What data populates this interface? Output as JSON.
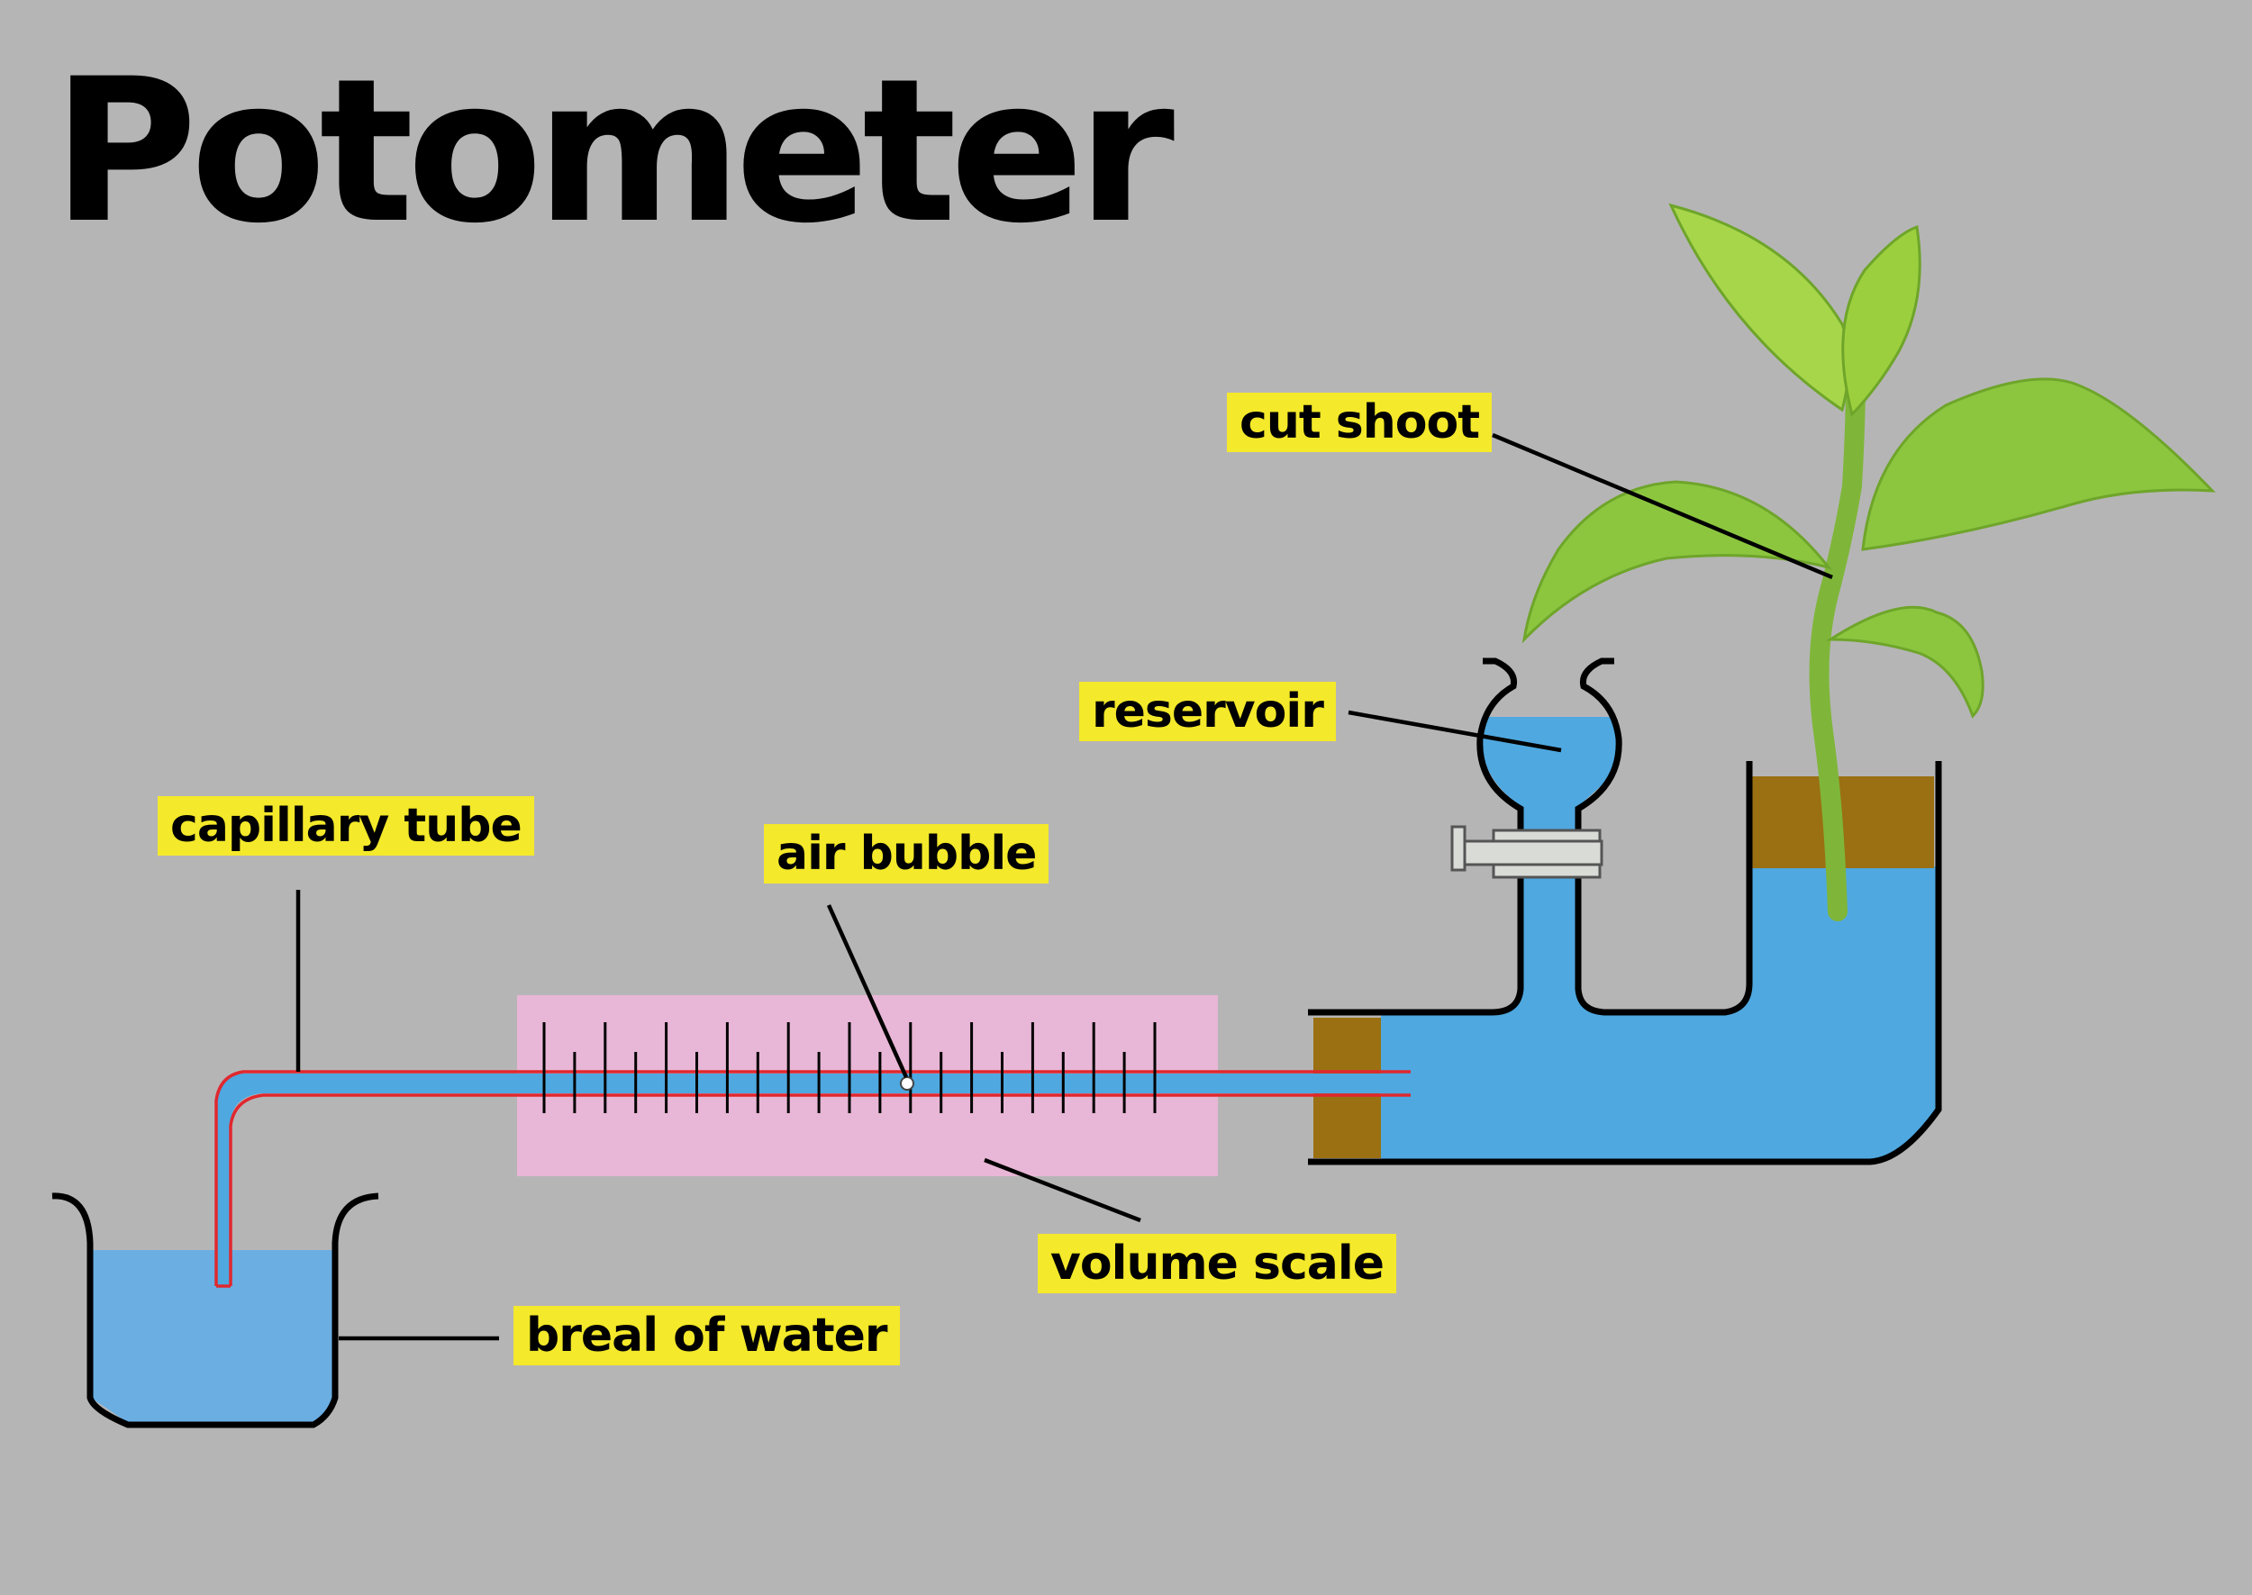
{
  "title": "Potometer",
  "labels": {
    "cut_shoot": "cut shoot",
    "reservoir": "reservoir",
    "capillary_tube": "capillary tube",
    "air_bubble": "air bubble",
    "volume_scale": "volume scale",
    "beaker": "breal of water"
  },
  "colors": {
    "background": "#b6b5b6",
    "label_highlight": "#f4e92a",
    "water": "#4fa8e0",
    "scale_panel": "#e8b6d6",
    "stopper": "#9a7012",
    "tube_outline": "#e0282e",
    "leaf": "#8cc63f"
  }
}
